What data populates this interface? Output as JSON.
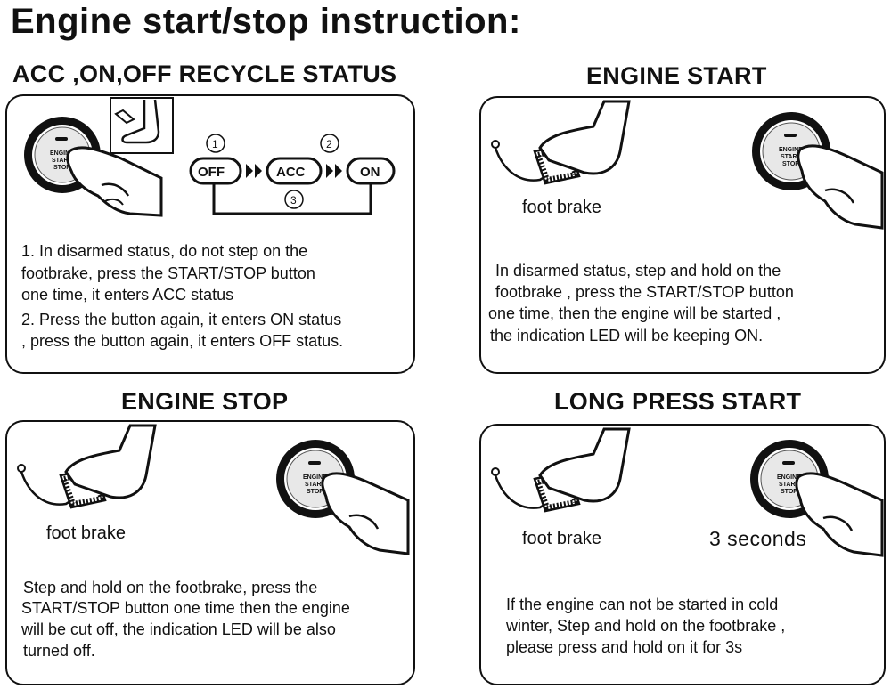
{
  "title": "Engine start/stop  instruction:",
  "button": {
    "line1": "ENGINE",
    "line2": "START",
    "line3": "STOP"
  },
  "acc": {
    "title": "ACC ,ON,OFF RECYCLE STATUS",
    "states": [
      "OFF",
      "ACC",
      "ON"
    ],
    "steps": [
      "1",
      "2",
      "3"
    ],
    "lines": [
      "1. In disarmed status, do not step on the",
      "footbrake, press the START/STOP button",
      "one time, it enters ACC  status",
      "2. Press the button again, it enters ON status",
      ", press the button again, it enters OFF status."
    ]
  },
  "engine_start": {
    "title": "ENGINE START",
    "brake_label": "foot brake",
    "lines": [
      "In disarmed status, step and  hold on the",
      "footbrake , press the START/STOP button",
      "one time, then the engine will be started ,",
      "the indication LED will be keeping ON."
    ]
  },
  "engine_stop": {
    "title": "ENGINE STOP",
    "brake_label": "foot brake",
    "lines": [
      "Step and hold on the footbrake, press the",
      "START/STOP button one time then the engine",
      "will be cut off, the indication LED will be also",
      "turned  off."
    ]
  },
  "long_press": {
    "title": "LONG PRESS START",
    "brake_label": "foot brake",
    "seconds_label": "3  seconds",
    "lines": [
      "If the engine can not be started in cold",
      "winter, Step and hold on the footbrake ,",
      "please press and hold on it for 3s"
    ]
  }
}
